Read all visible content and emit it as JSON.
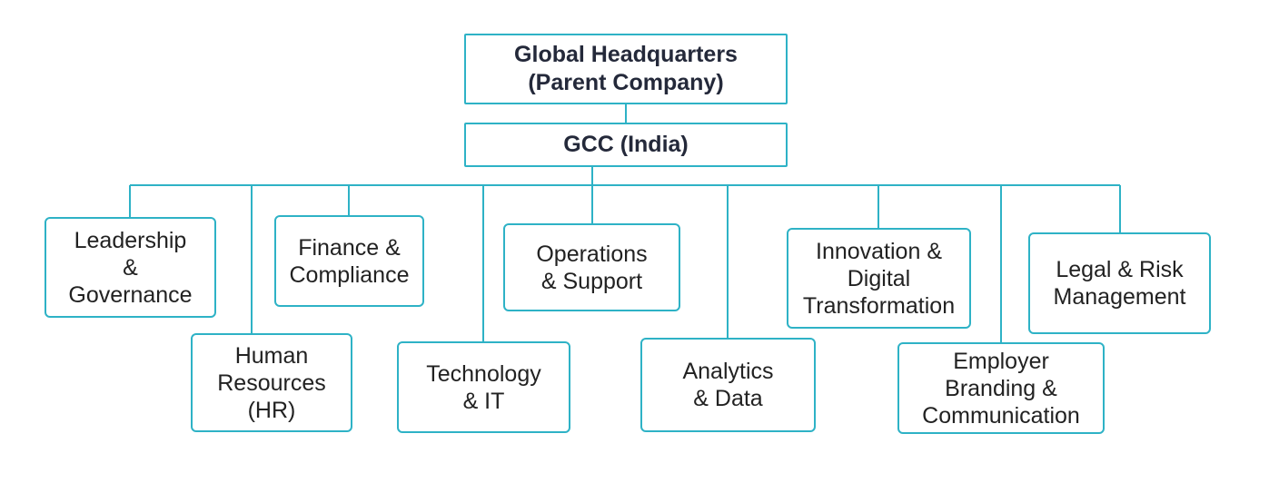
{
  "theme": {
    "line_color": "#2eb2c6",
    "text_color": "#222222"
  },
  "headquarters": {
    "label": "Global Headquarters\n(Parent Company)"
  },
  "gcc": {
    "label": "GCC (India)"
  },
  "departments": {
    "leadership": {
      "label": "Leadership\n&\nGovernance"
    },
    "hr": {
      "label": "Human\nResources\n(HR)"
    },
    "finance": {
      "label": "Finance &\nCompliance"
    },
    "technology": {
      "label": "Technology\n& IT"
    },
    "operations": {
      "label": "Operations\n& Support"
    },
    "analytics": {
      "label": "Analytics\n& Data"
    },
    "innovation": {
      "label": "Innovation &\nDigital\nTransformation"
    },
    "employer_branding": {
      "label": "Employer\nBranding &\nCommunication"
    },
    "legal": {
      "label": "Legal & Risk\nManagement"
    }
  }
}
